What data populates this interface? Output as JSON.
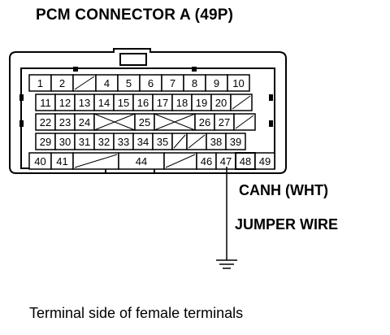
{
  "title": "PCM CONNECTOR A (49P)",
  "caption": "Terminal side of female terminals",
  "labels": {
    "canh": "CANH (WHT)",
    "jumper": "JUMPER WIRE"
  },
  "connector": {
    "highlighted_pin": "48",
    "rows": [
      [
        "1",
        "2",
        "",
        "4",
        "5",
        "6",
        "7",
        "8",
        "9",
        "10"
      ],
      [
        "11",
        "12",
        "13",
        "14",
        "15",
        "16",
        "17",
        "18",
        "19",
        "20",
        ""
      ],
      [
        "22",
        "23",
        "24",
        "",
        "25",
        "",
        "26",
        "27",
        ""
      ],
      [
        "29",
        "30",
        "31",
        "32",
        "33",
        "34",
        "35",
        "",
        "",
        "38",
        "39"
      ],
      [
        "40",
        "41",
        "",
        "44",
        "",
        "46",
        "47",
        "48",
        "49"
      ]
    ]
  },
  "icons": [
    "ground-symbol-icon"
  ]
}
